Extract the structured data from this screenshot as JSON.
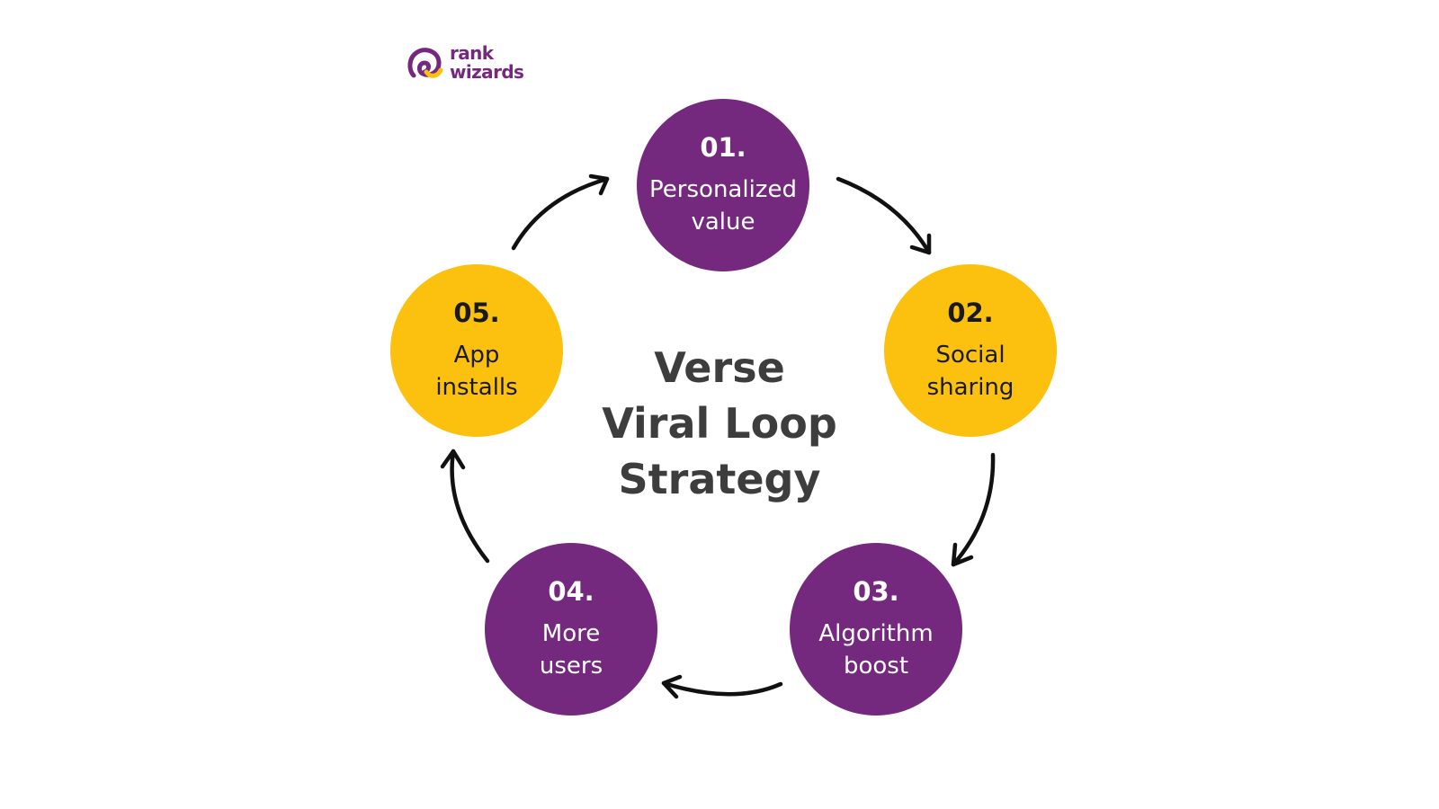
{
  "brand": {
    "line1": "rank",
    "line2": "wizards",
    "color": "#6e2a7f"
  },
  "title": {
    "line1": "Verse",
    "line2": "Viral Loop",
    "line3": "Strategy"
  },
  "colors": {
    "purple": "#75297e",
    "yellow": "#fcc10f",
    "purple_text": "#ffffff",
    "yellow_text": "#1a1a1a",
    "arrow": "#111111"
  },
  "steps": [
    {
      "num": "01.",
      "line1": "Personalized",
      "line2": "value"
    },
    {
      "num": "02.",
      "line1": "Social",
      "line2": "sharing"
    },
    {
      "num": "03.",
      "line1": "Algorithm",
      "line2": "boost"
    },
    {
      "num": "04.",
      "line1": "More",
      "line2": "users"
    },
    {
      "num": "05.",
      "line1": "App",
      "line2": "installs"
    }
  ]
}
